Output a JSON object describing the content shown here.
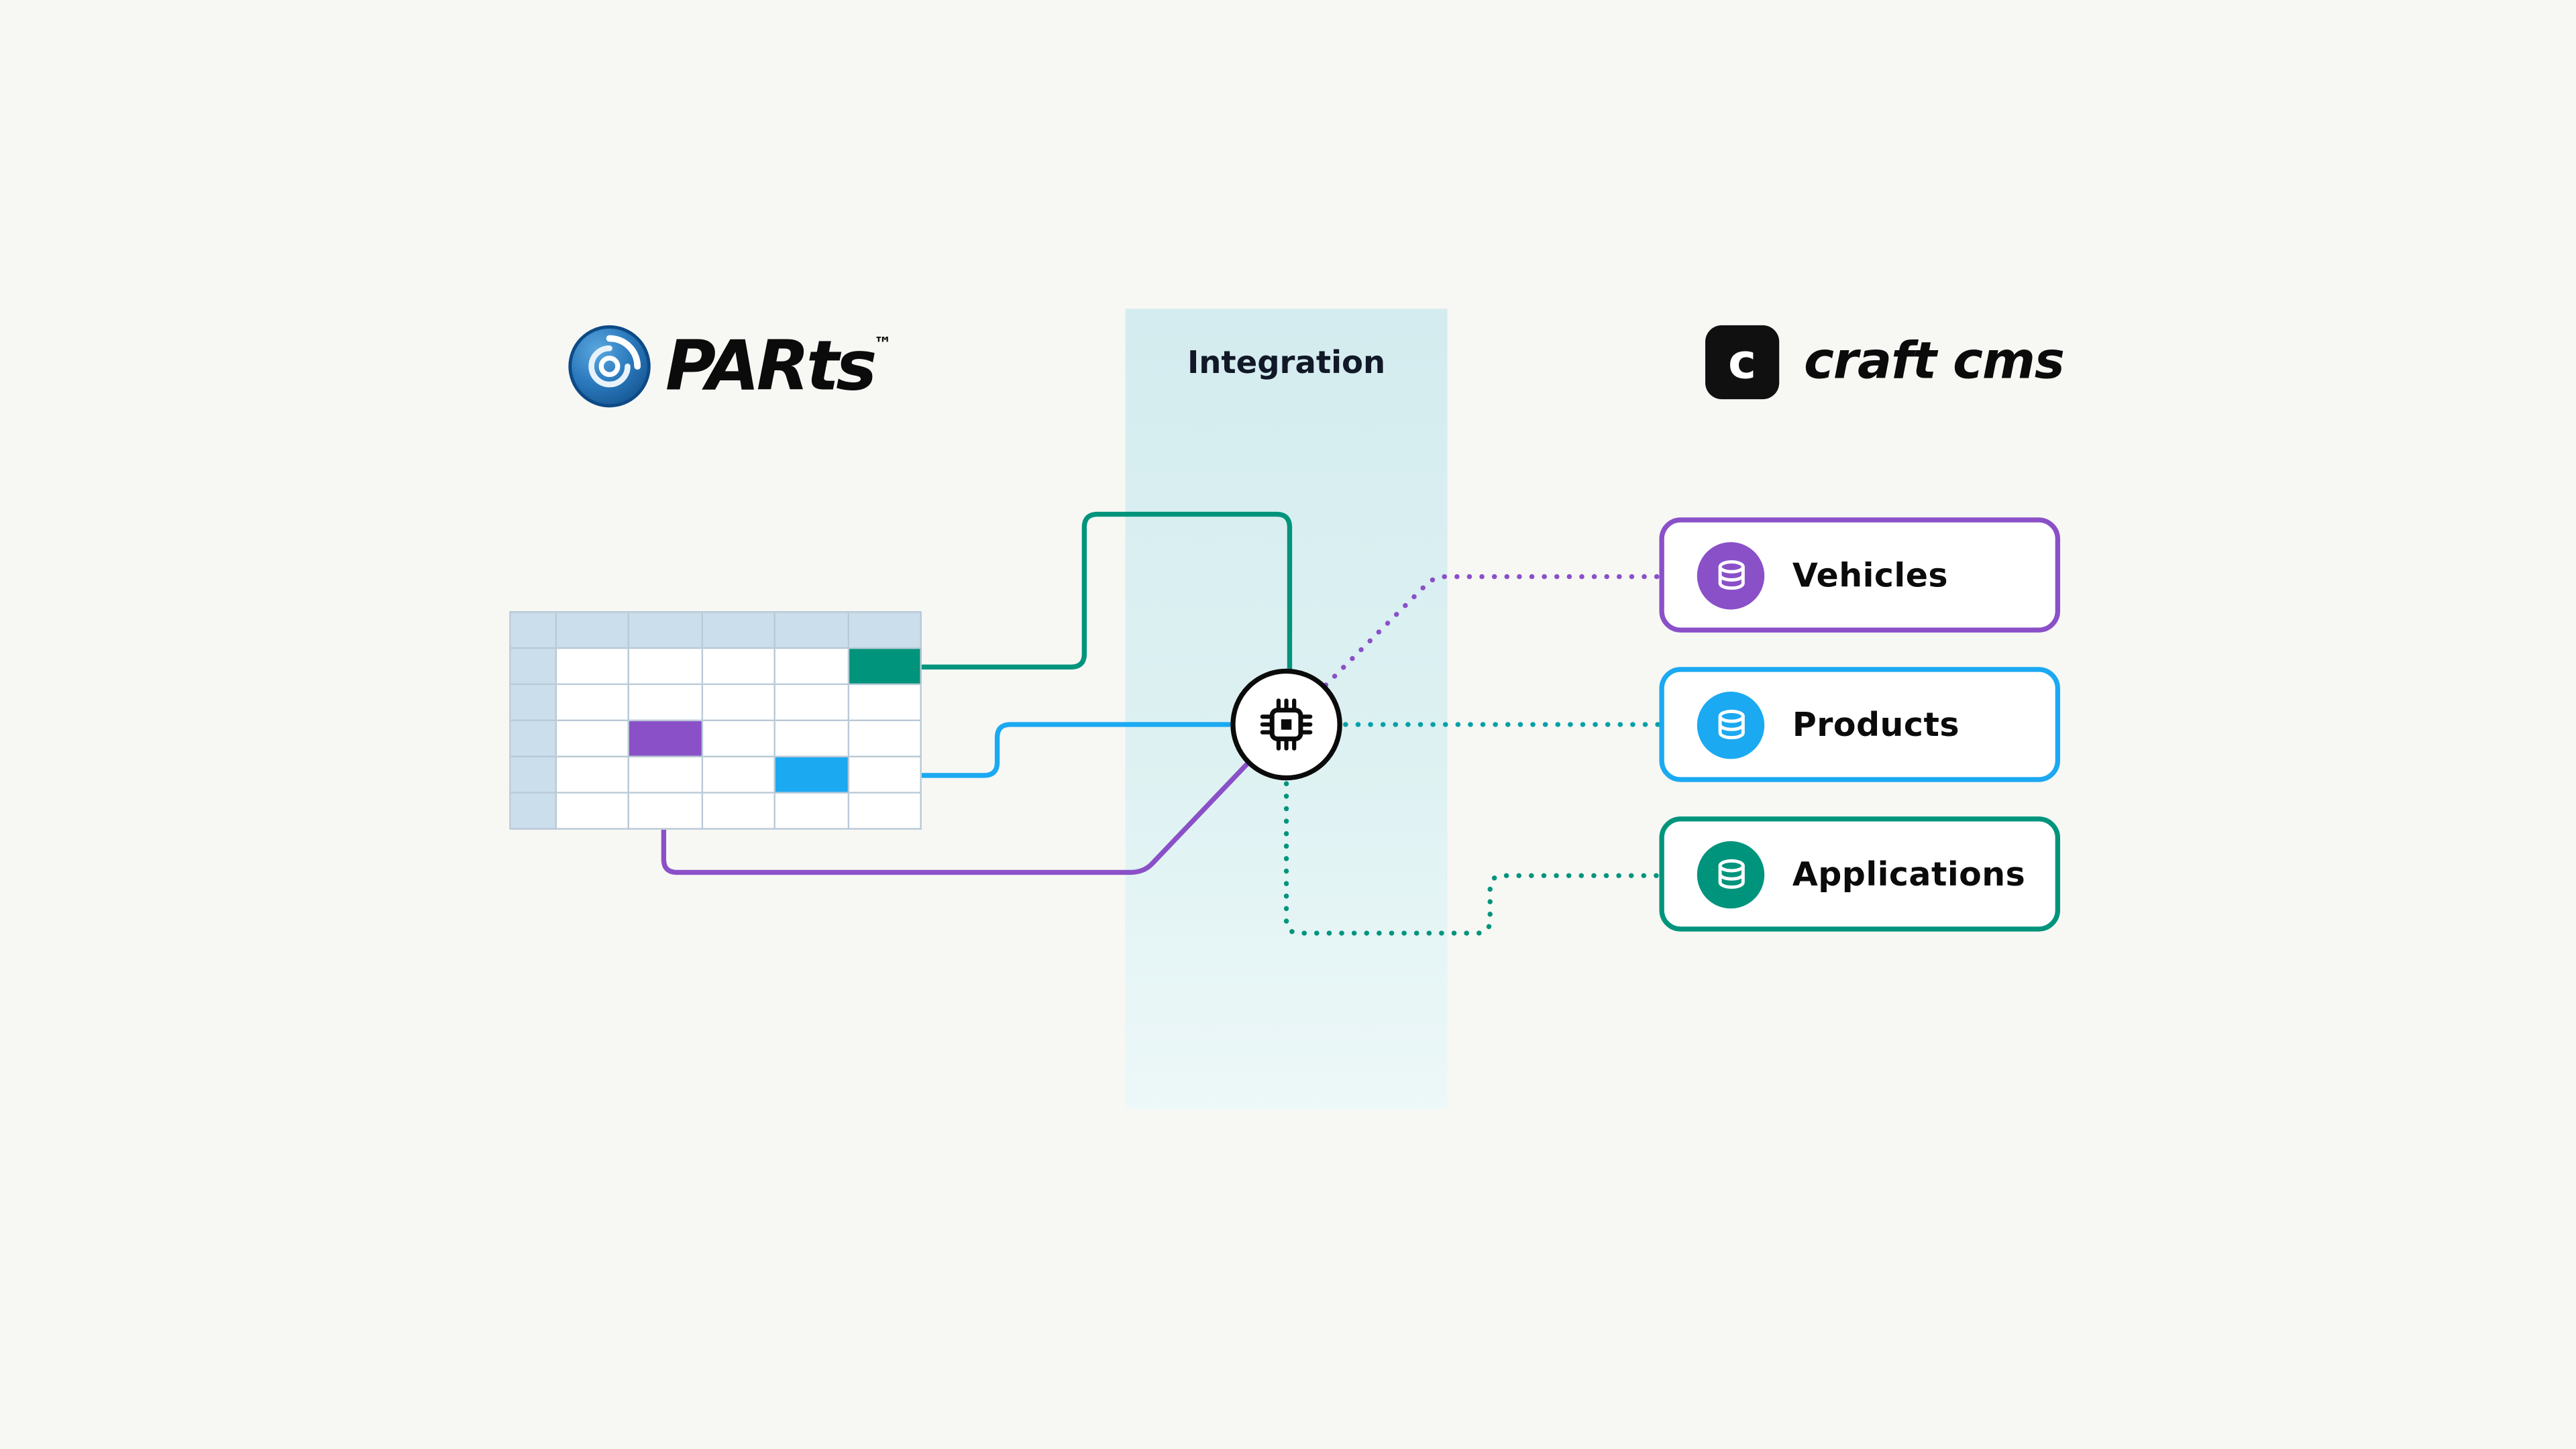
{
  "page": {
    "background": "#f7f7f4"
  },
  "parts_logo": {
    "text": "PARts",
    "tm": "™"
  },
  "integration": {
    "label": "Integration"
  },
  "craft_logo": {
    "glyph": "c",
    "text": "craft cms"
  },
  "spreadsheet": {
    "rows": 6,
    "cols": 6,
    "header_fill": "#cbdeeb",
    "grid_line": "#b9c9d6",
    "highlights": [
      {
        "row": 1,
        "col": 5,
        "color": "#00947c",
        "name": "highlight-cell-teal"
      },
      {
        "row": 3,
        "col": 2,
        "color": "#8a50c8",
        "name": "highlight-cell-purple"
      },
      {
        "row": 4,
        "col": 4,
        "color": "#1ba9f2",
        "name": "highlight-cell-blue"
      }
    ]
  },
  "processor": {
    "icon": "chip-icon"
  },
  "targets": [
    {
      "label": "Vehicles",
      "color": "#8a50c8"
    },
    {
      "label": "Products",
      "color": "#1ba9f2"
    },
    {
      "label": "Applications",
      "color": "#00947c"
    }
  ],
  "connections": {
    "solid_teal": "#00947c",
    "solid_blue": "#1ba9f2",
    "solid_purple": "#8a50c8",
    "dotted_purple": "#8a50c8",
    "dotted_teal": "#00a0a8",
    "dotted_green": "#00947c"
  }
}
